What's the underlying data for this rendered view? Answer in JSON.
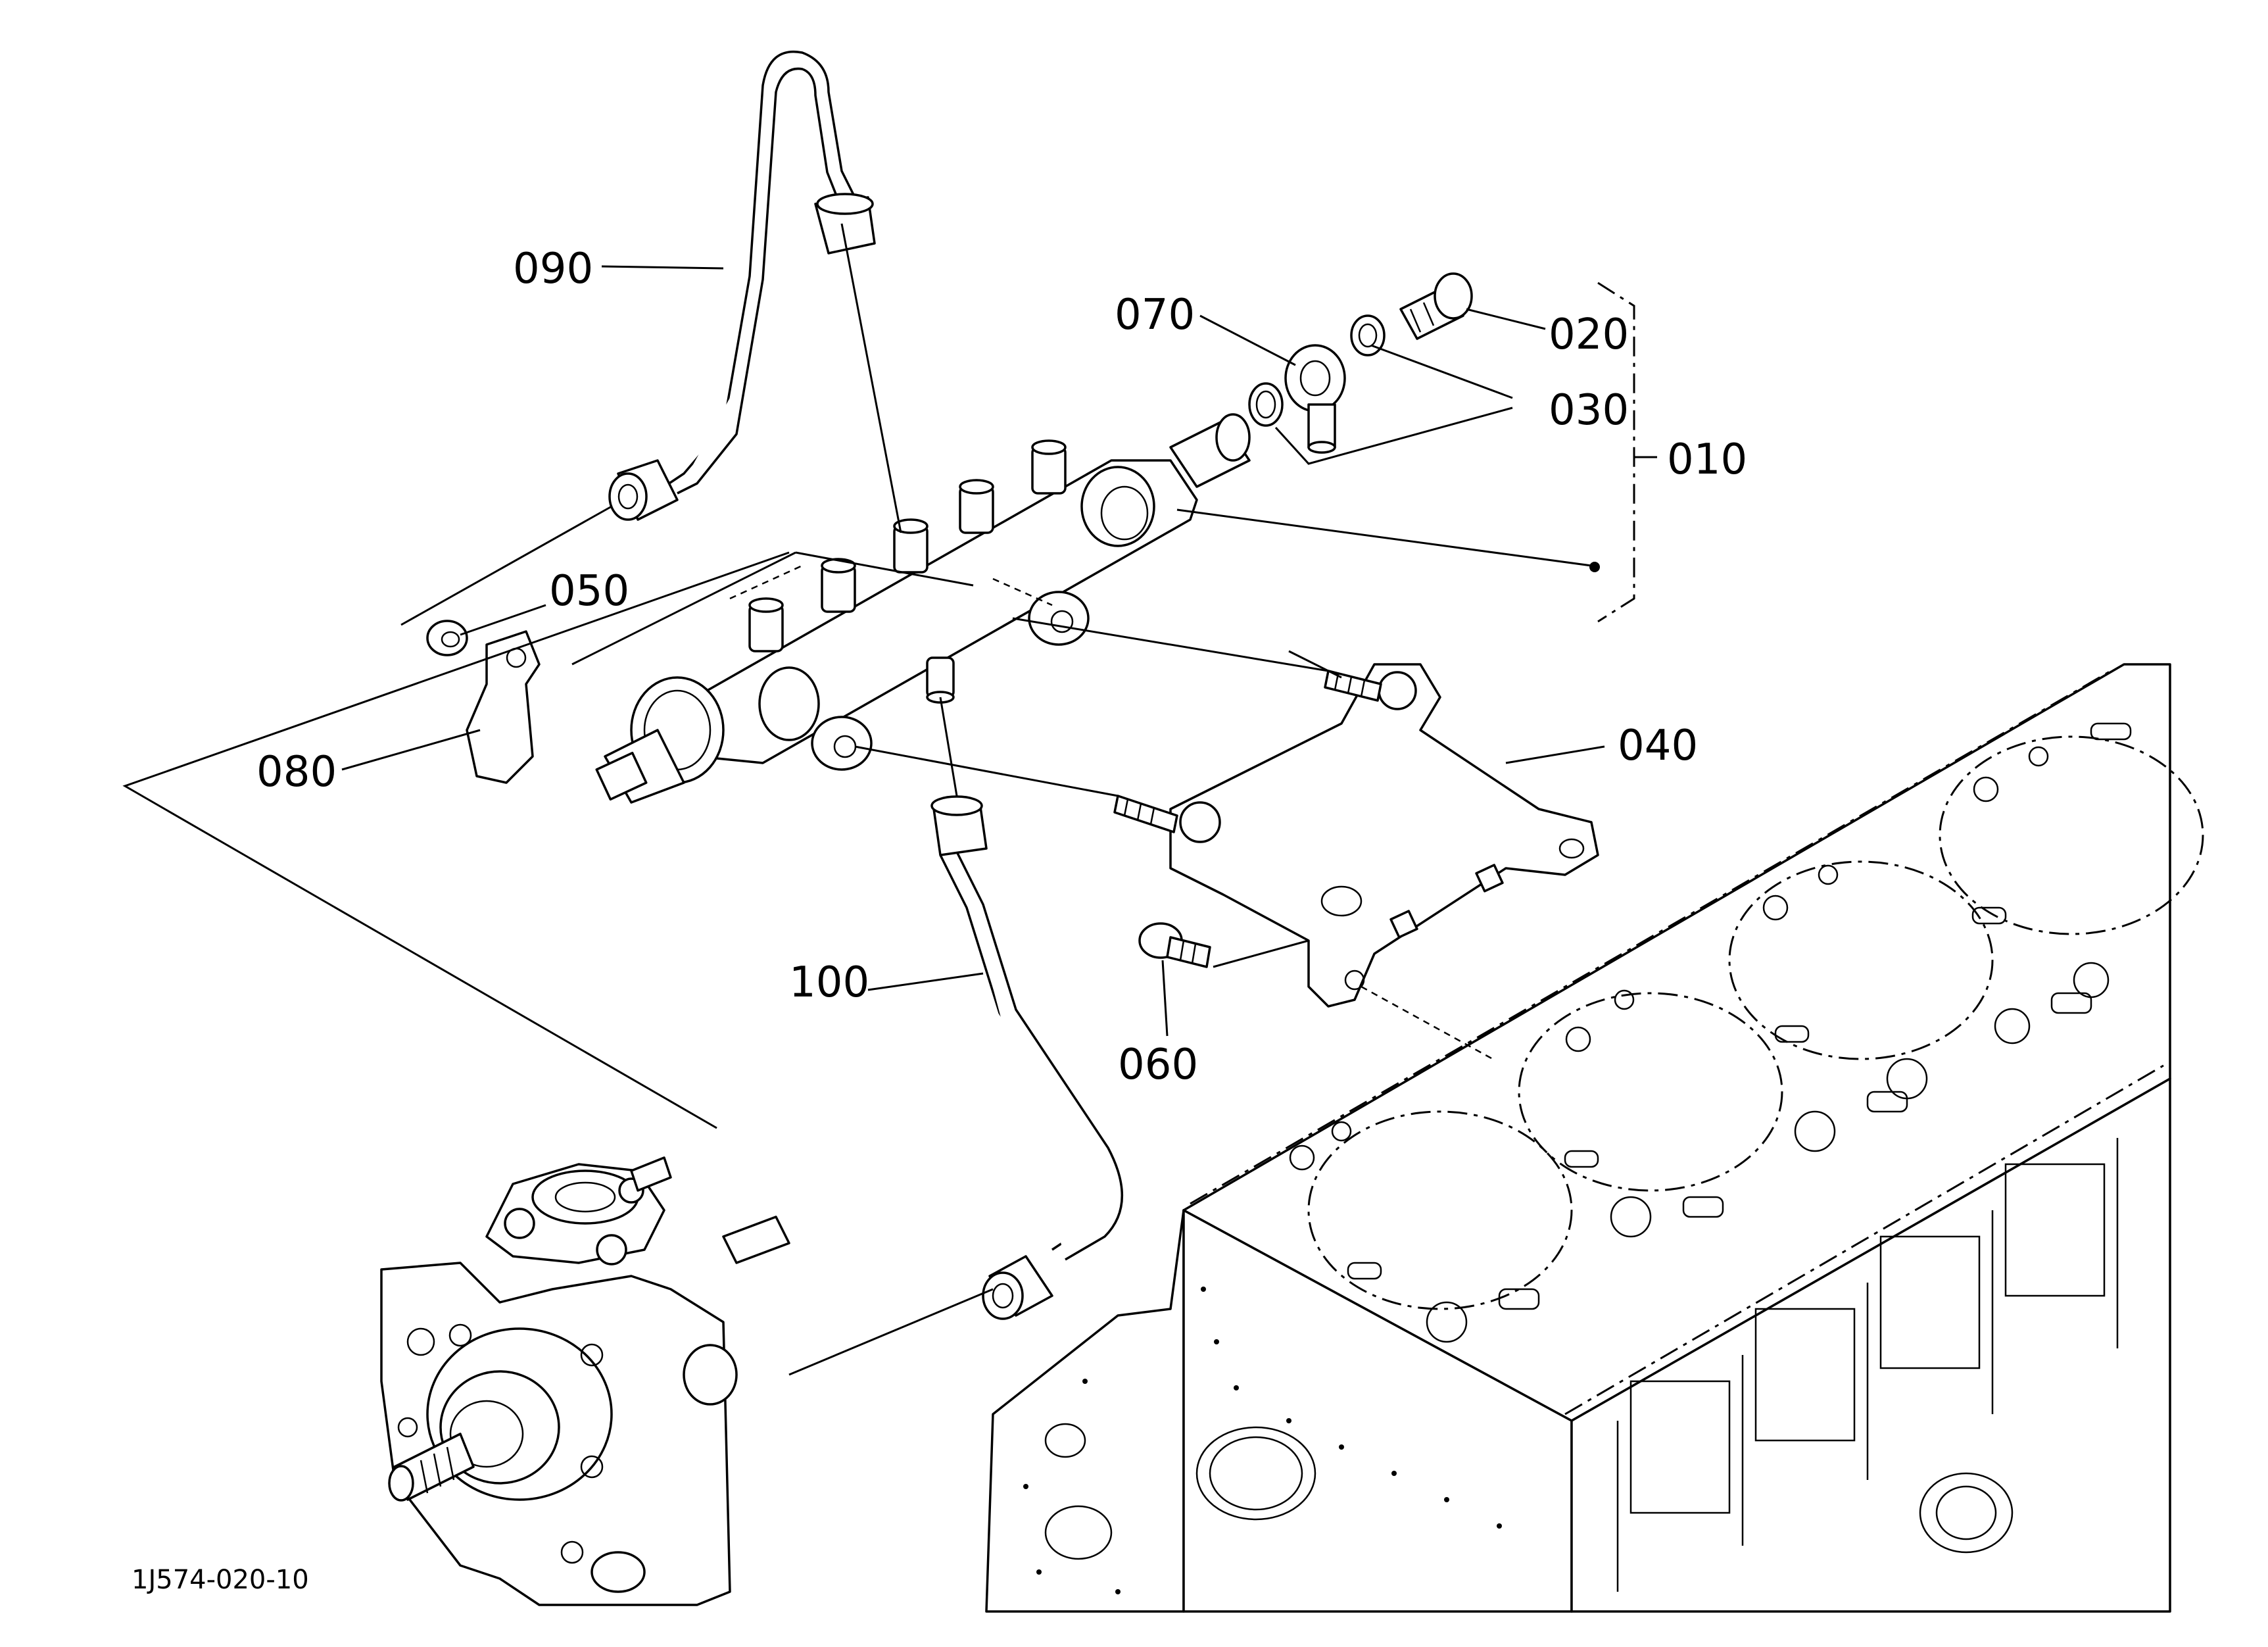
{
  "diagram": {
    "drawing_code": "1J574-020-10",
    "callouts": [
      {
        "id": "callout-090",
        "text": "090"
      },
      {
        "id": "callout-070",
        "text": "070"
      },
      {
        "id": "callout-020",
        "text": "020"
      },
      {
        "id": "callout-030",
        "text": "030"
      },
      {
        "id": "callout-010",
        "text": "010"
      },
      {
        "id": "callout-050",
        "text": "050"
      },
      {
        "id": "callout-080",
        "text": "080"
      },
      {
        "id": "callout-040",
        "text": "040"
      },
      {
        "id": "callout-100",
        "text": "100"
      },
      {
        "id": "callout-060",
        "text": "060"
      }
    ]
  }
}
